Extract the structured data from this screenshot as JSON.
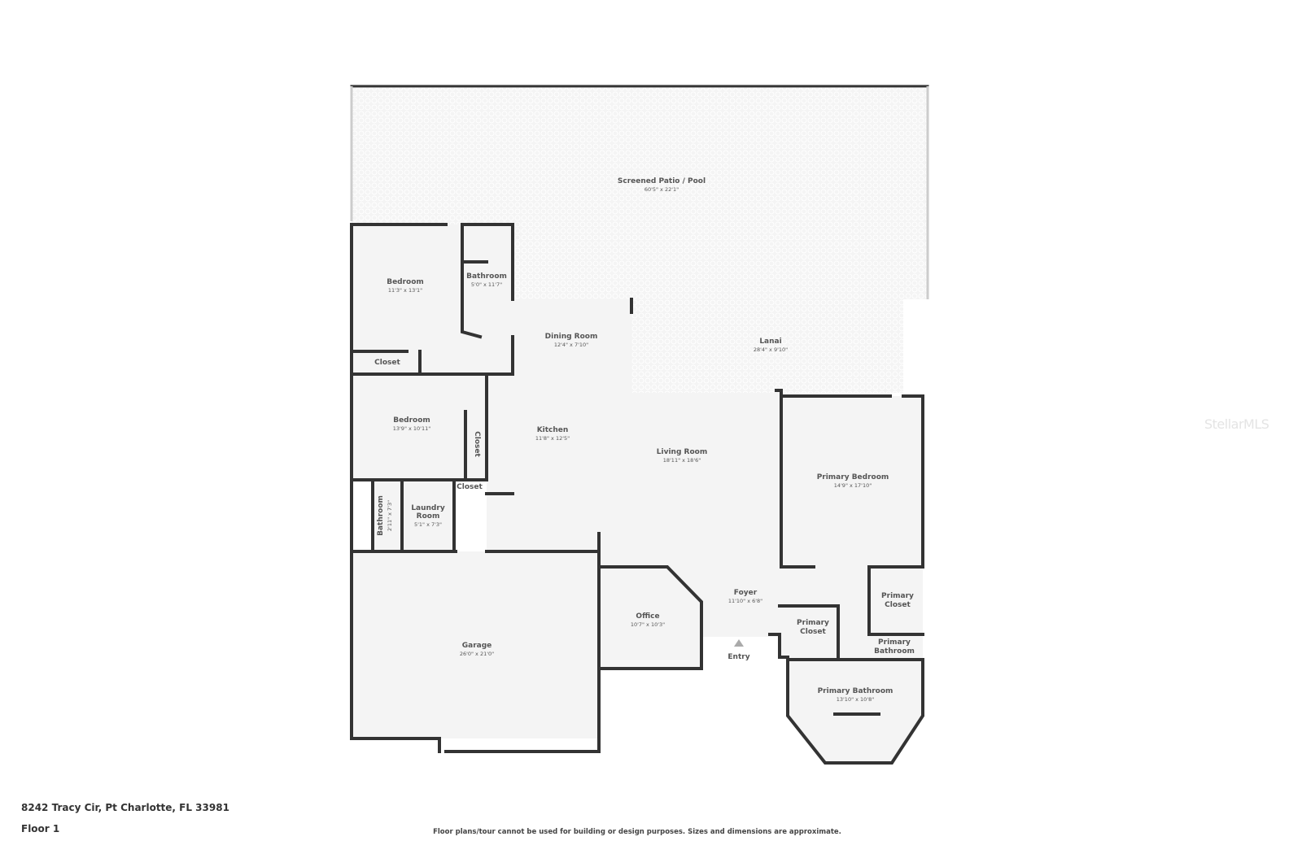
{
  "property": {
    "address": "8242 Tracy Cir, Pt Charlotte, FL 33981",
    "floor_label": "Floor 1"
  },
  "footer": {
    "disclaimer": "Floor plans/tour cannot be used for building or design purposes. Sizes and dimensions are approximate."
  },
  "watermark": "StellarMLS",
  "entry_label": "Entry",
  "rooms": [
    {
      "name": "Screened Patio / Pool",
      "dims": "60'5\" x 22'1\""
    },
    {
      "name": "Bedroom",
      "dims": "11'3\" x 13'1\""
    },
    {
      "name": "Bathroom",
      "dims": "5'0\" x 11'7\""
    },
    {
      "name": "Closet",
      "dims": ""
    },
    {
      "name": "Dining Room",
      "dims": "12'4\" x 7'10\""
    },
    {
      "name": "Lanai",
      "dims": "28'4\" x 9'10\""
    },
    {
      "name": "Bedroom",
      "dims": "13'9\" x 10'11\""
    },
    {
      "name": "Closet",
      "dims": ""
    },
    {
      "name": "Kitchen",
      "dims": "11'8\" x 12'5\""
    },
    {
      "name": "Living Room",
      "dims": "18'11\" x 18'6\""
    },
    {
      "name": "Primary Bedroom",
      "dims": "14'9\" x 17'10\""
    },
    {
      "name": "Closet",
      "dims": ""
    },
    {
      "name": "Bathroom",
      "dims": "2'11\" x 7'3\""
    },
    {
      "name": "Laundry Room",
      "dims": "5'1\" x 7'3\""
    },
    {
      "name": "Garage",
      "dims": "26'0\" x 21'0\""
    },
    {
      "name": "Office",
      "dims": "10'7\" x 10'3\""
    },
    {
      "name": "Foyer",
      "dims": "11'10\" x 6'8\""
    },
    {
      "name": "Primary Closet",
      "dims": ""
    },
    {
      "name": "Primary Closet",
      "dims": ""
    },
    {
      "name": "Primary Bathroom",
      "dims": ""
    },
    {
      "name": "Primary Bathroom",
      "dims": "13'10\" x 10'8\""
    }
  ]
}
